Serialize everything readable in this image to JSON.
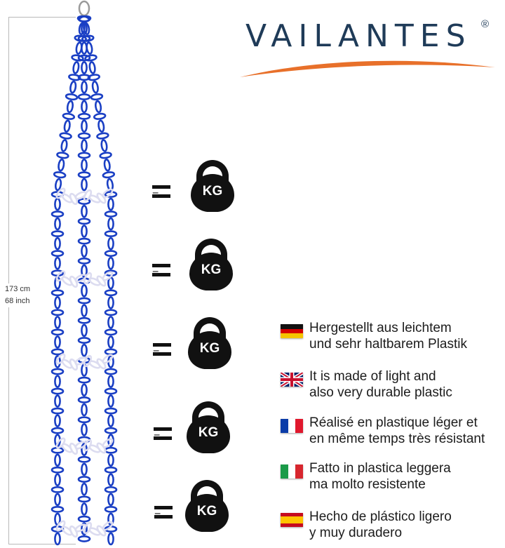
{
  "brand": {
    "logo_text": "VAILANTES",
    "registered_mark": "®"
  },
  "measurement": {
    "height_cm": "173 cm",
    "height_inch": "68 inch"
  },
  "load_points": [
    {
      "equals": "=",
      "weight_label": "KG"
    },
    {
      "equals": "=",
      "weight_label": "KG"
    },
    {
      "equals": "=",
      "weight_label": "KG"
    },
    {
      "equals": "=",
      "weight_label": "KG"
    },
    {
      "equals": "=",
      "weight_label": "KG"
    }
  ],
  "languages": [
    {
      "flag": "germany-flag-icon",
      "line1": "Hergestellt aus leichtem",
      "line2": "und sehr haltbarem Plastik"
    },
    {
      "flag": "uk-flag-icon",
      "line1": "It is made of light and",
      "line2": "also very durable plastic"
    },
    {
      "flag": "france-flag-icon",
      "line1": "Réalisé en plastique léger et",
      "line2": "en même temps très résistant"
    },
    {
      "flag": "italy-flag-icon",
      "line1": "Fatto in plastica leggera",
      "line2": "ma molto resistente"
    },
    {
      "flag": "spain-flag-icon",
      "line1": "Hecho de plástico ligero",
      "line2": "y muy duradero"
    }
  ],
  "colors": {
    "chain_blue": "#1a3fc4",
    "chain_white": "#dcdcf0",
    "logo_navy": "#1f3b58",
    "logo_swoosh": "#e8702a",
    "kettlebell": "#111111"
  }
}
